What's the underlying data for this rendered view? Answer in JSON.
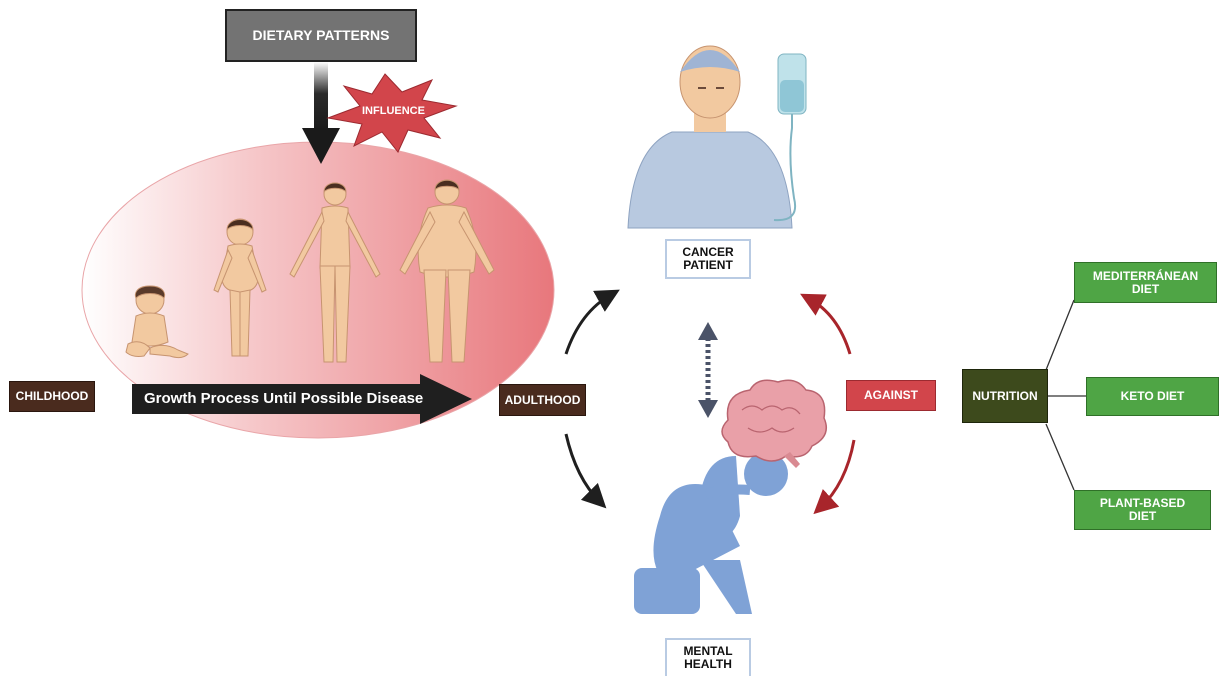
{
  "top": {
    "dietary_patterns": "DIETARY  PATTERNS",
    "influence": "INFLUENCE"
  },
  "stages": {
    "childhood": "CHILDHOOD",
    "adulthood": "ADULTHOOD",
    "growth": "Growth Process Until Possible Disease"
  },
  "center": {
    "cancer": "CANCER PATIENT",
    "mental": "MENTAL HEALTH"
  },
  "right": {
    "against": "AGAINST",
    "nutrition": "NUTRITION",
    "diets": [
      "MEDITERRÁNEAN DIET",
      "KETO DIET",
      "PLANT-BASED DIET"
    ]
  },
  "colors": {
    "accent_red": "#d2454b",
    "brown": "#4a2b1e",
    "green": "#4fa545",
    "olive": "#3d4a1c",
    "person_blue": "#7fa2d6",
    "skin": "#f2c9a0"
  }
}
